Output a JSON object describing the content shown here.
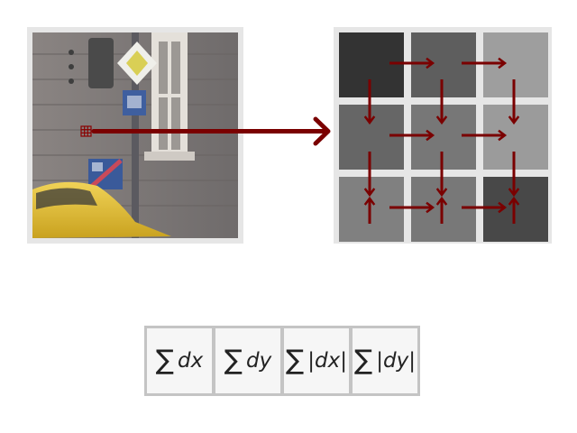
{
  "photo": {
    "colors": {
      "wall": "#7b7675",
      "window_frame": "#e8e4de",
      "sign_yellow": "#d9cf55",
      "car_yellow": "#e7c63c"
    }
  },
  "grid": {
    "cells": [
      [
        "#333333",
        "#5e5e5e",
        "#9e9e9e"
      ],
      [
        "#666666",
        "#777777",
        "#9b9b9b"
      ],
      [
        "#808080",
        "#787878",
        "#484848"
      ]
    ],
    "arrow_color": "#7a0000"
  },
  "descriptors": [
    {
      "sum": "∑",
      "term": "dx"
    },
    {
      "sum": "∑",
      "term": "dy"
    },
    {
      "sum": "∑",
      "term": "|dx|"
    },
    {
      "sum": "∑",
      "term": "|dy|"
    }
  ]
}
